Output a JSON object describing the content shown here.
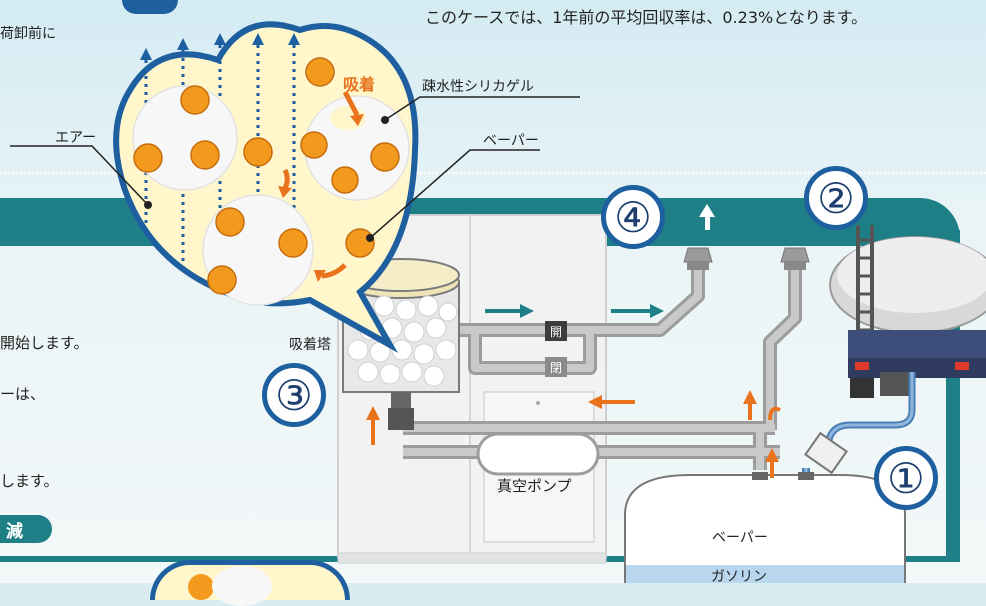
{
  "header": {
    "top_text": "このケースでは、1年前の平均回収率は、0.23%となります。",
    "left_fragment": "荷卸前に"
  },
  "bubble_labels": {
    "adsorb": "吸着",
    "silica": "疎水性シリカゲル",
    "vapor": "ベーパー",
    "air": "エアー"
  },
  "diagram_labels": {
    "tower": "吸着塔",
    "pump": "真空ポンプ",
    "tank_vapor": "ベーパー",
    "tank_gasoline": "ガソリン"
  },
  "valves": {
    "open": "開",
    "closed": "閉"
  },
  "step_numbers": [
    "①",
    "②",
    "③",
    "④"
  ],
  "left_text": {
    "line1": "開始します。",
    "line2": "ーは、",
    "line3": "します。",
    "pill": "減"
  },
  "colors": {
    "teal": "#1e7f86",
    "blue_ring": "#1e5fa0",
    "orange": "#e8731c",
    "pipe": "#b9b9b9",
    "vapor_bubble": "#f39a1e",
    "bubble_fill": "#fff6cc"
  }
}
